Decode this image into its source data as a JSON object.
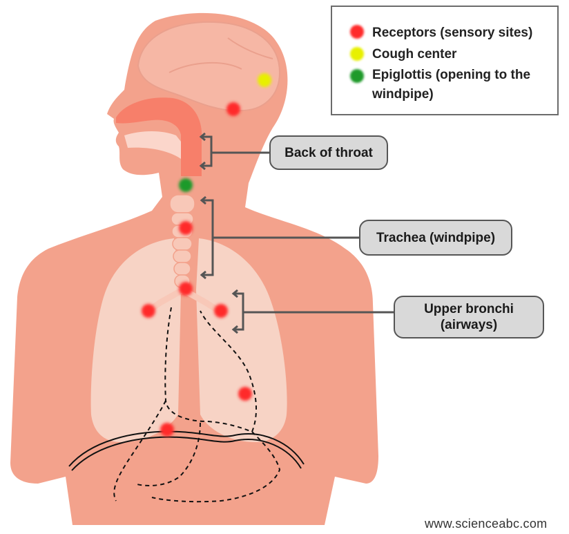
{
  "colors": {
    "skin": "#f3a28c",
    "lung": "#f7d3c5",
    "airway": "#f8c1b0",
    "brain": "#f6b7a5",
    "receptor": "#ff2b2b",
    "cough_center": "#e8f000",
    "epiglottis": "#1f9a2a",
    "bracket": "#555555",
    "callout_fill": "#d9d9d9"
  },
  "legend": {
    "items": [
      {
        "label": "Receptors (sensory sites)",
        "color": "#ff2b2b"
      },
      {
        "label": "Cough center",
        "color": "#e8f000"
      },
      {
        "label": "Epiglottis (opening to the",
        "label2": "windpipe)",
        "color": "#1f9a2a"
      }
    ]
  },
  "callouts": {
    "back_of_throat": "Back of throat",
    "trachea": "Trachea (windpipe)",
    "bronchi_line1": "Upper bronchi",
    "bronchi_line2": "(airways)"
  },
  "footer": "www.scienceabc.com"
}
